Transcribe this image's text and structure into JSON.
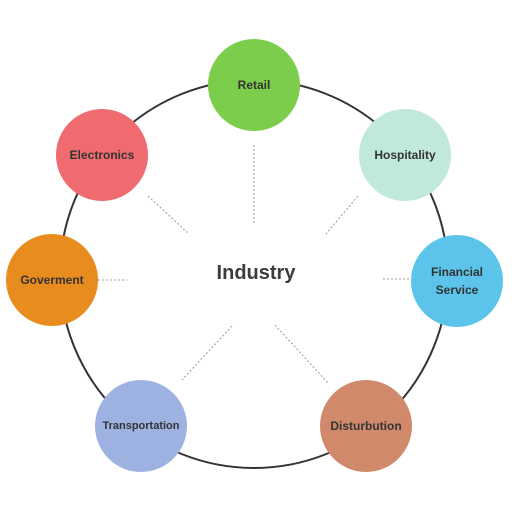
{
  "center": {
    "label": "Industry"
  },
  "nodes": [
    {
      "id": "retail",
      "label": "Retail",
      "color": "#7dcd4c"
    },
    {
      "id": "hospitality",
      "label": "Hospitality",
      "color": "#c0e8dd"
    },
    {
      "id": "financial-service",
      "label": "Financial\nService",
      "color": "#5cc4ea"
    },
    {
      "id": "disturbution",
      "label": "Disturbution",
      "color": "#d08a6b"
    },
    {
      "id": "transportation",
      "label": "Transportation",
      "color": "#9eb2e2"
    },
    {
      "id": "goverment",
      "label": "Goverment",
      "color": "#e88c1f"
    },
    {
      "id": "electronics",
      "label": "Electronics",
      "color": "#f06b70"
    }
  ]
}
